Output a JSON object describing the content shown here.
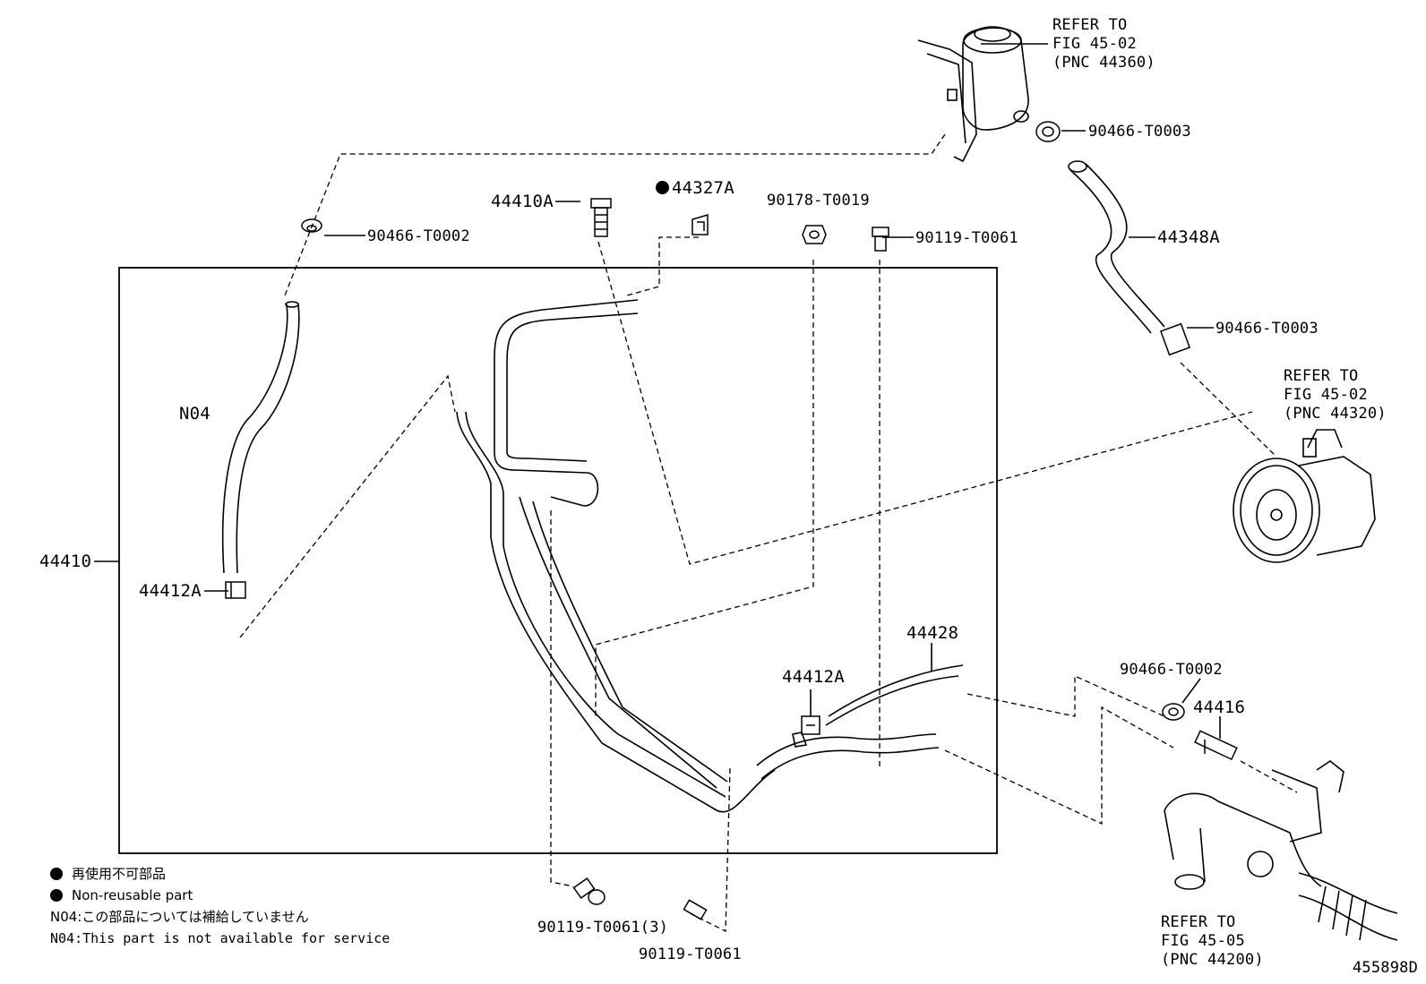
{
  "labels": {
    "p90466_t0002_top": "90466-T0002",
    "p44410a": "44410A",
    "p44327a": "44327A",
    "p90178": "90178-T0019",
    "p90119_top": "90119-T0061",
    "p90466_t0003_top": "90466-T0003",
    "p44348a": "44348A",
    "p90466_t0003_mid": "90466-T0003",
    "n04": "N04",
    "p44410": "44410",
    "p44412a_left": "44412A",
    "p44412a_mid": "44412A",
    "p44428": "44428",
    "p90466_t0002_right": "90466-T0002",
    "p44416": "44416",
    "p90119_bottom1": "90119-T0061(3)",
    "p90119_bottom2": "90119-T0061",
    "diagram_id": "455898D"
  },
  "refs": {
    "reservoir": [
      "REFER TO",
      "FIG 45-02",
      "(PNC 44360)"
    ],
    "pump": [
      "REFER TO",
      "FIG 45-02",
      "(PNC 44320)"
    ],
    "gear": [
      "REFER TO",
      "FIG 45-05",
      "(PNC 44200)"
    ]
  },
  "legend": {
    "line1": "再使用不可部品",
    "line2": "Non-reusable part",
    "line3": "N04:この部品については補給していません",
    "line4": "N04:This part is not available for service"
  }
}
